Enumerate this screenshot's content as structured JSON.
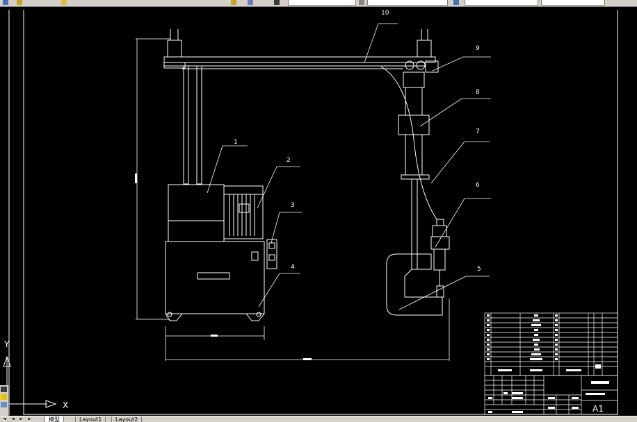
{
  "drawing": {
    "callouts": [
      "1",
      "2",
      "3",
      "4",
      "5",
      "6",
      "7",
      "8",
      "9",
      "10"
    ],
    "sheet_size": "A1",
    "ucs": {
      "x_label": "X",
      "y_label": "Y"
    }
  },
  "tabs": [
    {
      "label": "模型",
      "active": true
    },
    {
      "label": "Layout1",
      "active": false
    },
    {
      "label": "Layout2",
      "active": false
    }
  ],
  "colors": {
    "background": "#000000",
    "linework": "#ffffff",
    "chrome": "#d4d0c8"
  }
}
